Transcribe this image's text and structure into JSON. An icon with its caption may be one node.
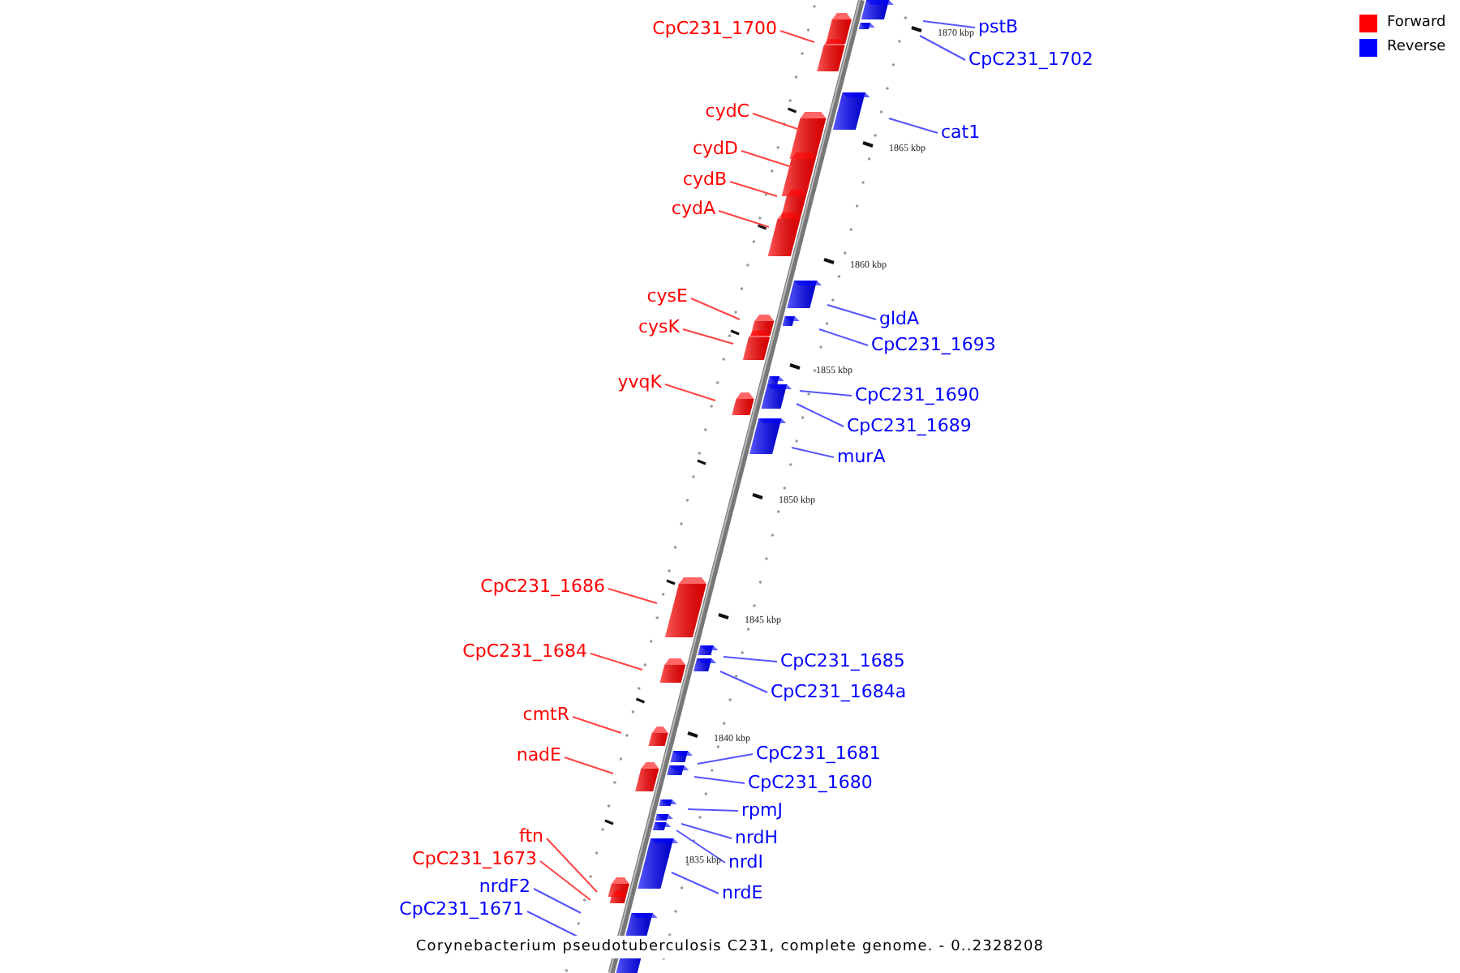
{
  "diagram": {
    "caption": "Corynebacterium pseudotuberculosis C231, complete genome. - 0..2328208",
    "nodes": [
      {
        "text": [
          "pstB"
        ]
      },
      {
        "text": [
          "CpC231_1700"
        ]
      },
      {
        "text": [
          "CpC231_1702"
        ]
      },
      {
        "text": [
          "cydC"
        ]
      },
      {
        "text": [
          "cat1"
        ]
      },
      {
        "text": [
          "cydD"
        ]
      },
      {
        "text": [
          "cydB"
        ]
      },
      {
        "text": [
          "cydA"
        ]
      },
      {
        "text": [
          "cysE"
        ]
      },
      {
        "text": [
          "gldA"
        ]
      },
      {
        "text": [
          "cysK"
        ]
      },
      {
        "text": [
          "CpC231_1693"
        ]
      },
      {
        "text": [
          "yvqK"
        ]
      },
      {
        "text": [
          "CpC231_1690"
        ]
      },
      {
        "text": [
          "CpC231_1689"
        ]
      },
      {
        "text": [
          "murA"
        ]
      },
      {
        "text": [
          "CpC231_1686"
        ]
      },
      {
        "text": [
          "CpC231_1684"
        ]
      },
      {
        "text": [
          "CpC231_1685"
        ]
      },
      {
        "text": [
          "CpC231_1684a"
        ]
      },
      {
        "text": [
          "cmtR"
        ]
      },
      {
        "text": [
          "CpC231_1681"
        ]
      },
      {
        "text": [
          "nadE"
        ]
      },
      {
        "text": [
          "CpC231_1680"
        ]
      },
      {
        "text": [
          "rpmJ"
        ]
      },
      {
        "text": [
          "ftn"
        ]
      },
      {
        "text": [
          "nrdH"
        ]
      },
      {
        "text": [
          "CpC231_1673"
        ]
      },
      {
        "text": [
          "nrdI"
        ]
      },
      {
        "text": [
          "nrdF2"
        ]
      },
      {
        "text": [
          "nrdE"
        ]
      },
      {
        "text": [
          "CpC231_1671"
        ]
      }
    ],
    "edges": [
      {
        "from": 0,
        "to": null,
        "arrow": "none",
        "color": "#5555ff"
      },
      {
        "from": 1,
        "to": null,
        "arrow": "none",
        "color": "#ff4444"
      },
      {
        "from": 2,
        "to": null,
        "arrow": "none",
        "color": "#5555ff"
      },
      {
        "from": 3,
        "to": null,
        "arrow": "none",
        "color": "#ff4444"
      },
      {
        "from": 4,
        "to": null,
        "arrow": "none",
        "color": "#5555ff"
      },
      {
        "from": 5,
        "to": null,
        "arrow": "none",
        "color": "#ff4444"
      },
      {
        "from": 6,
        "to": null,
        "arrow": "none",
        "color": "#ff4444"
      },
      {
        "from": 7,
        "to": null,
        "arrow": "none",
        "color": "#ff4444"
      },
      {
        "from": 8,
        "to": null,
        "arrow": "none",
        "color": "#ff4444"
      },
      {
        "from": 9,
        "to": null,
        "arrow": "none",
        "color": "#5555ff"
      },
      {
        "from": 10,
        "to": null,
        "arrow": "none",
        "color": "#ff4444"
      },
      {
        "from": 11,
        "to": null,
        "arrow": "none",
        "color": "#5555ff"
      },
      {
        "from": 12,
        "to": null,
        "arrow": "none",
        "color": "#ff4444"
      },
      {
        "from": 13,
        "to": null,
        "arrow": "none",
        "color": "#5555ff"
      },
      {
        "from": 14,
        "to": null,
        "arrow": "none",
        "color": "#5555ff"
      },
      {
        "from": 15,
        "to": null,
        "arrow": "none",
        "color": "#5555ff"
      },
      {
        "from": 16,
        "to": null,
        "arrow": "none",
        "color": "#ff4444"
      },
      {
        "from": 17,
        "to": null,
        "arrow": "none",
        "color": "#ff4444"
      },
      {
        "from": 18,
        "to": null,
        "arrow": "none",
        "color": "#5555ff"
      },
      {
        "from": 19,
        "to": null,
        "arrow": "none",
        "color": "#5555ff"
      },
      {
        "from": 20,
        "to": null,
        "arrow": "none",
        "color": "#ff4444"
      },
      {
        "from": 21,
        "to": null,
        "arrow": "none",
        "color": "#5555ff"
      },
      {
        "from": 22,
        "to": null,
        "arrow": "none",
        "color": "#ff4444"
      },
      {
        "from": 23,
        "to": null,
        "arrow": "none",
        "color": "#5555ff"
      },
      {
        "from": 24,
        "to": null,
        "arrow": "none",
        "color": "#5555ff"
      },
      {
        "from": 25,
        "to": null,
        "arrow": "none",
        "color": "#ff4444"
      },
      {
        "from": 26,
        "to": null,
        "arrow": "none",
        "color": "#5555ff"
      },
      {
        "from": 27,
        "to": null,
        "arrow": "none",
        "color": "#ff4444"
      },
      {
        "from": 28,
        "to": null,
        "arrow": "none",
        "color": "#5555ff"
      },
      {
        "from": 29,
        "to": null,
        "arrow": "none",
        "color": "#5555ff"
      },
      {
        "from": 30,
        "to": null,
        "arrow": "none",
        "color": "#5555ff"
      },
      {
        "from": 31,
        "to": null,
        "arrow": "none",
        "color": "#5555ff"
      }
    ],
    "labels": [
      "1870 kbp",
      "1865 kbp",
      "1860 kbp",
      "1855 kbp",
      "1850 kbp",
      "1845 kbp",
      "1840 kbp",
      "1835 kbp"
    ],
    "legend": [
      {
        "text": "Forward",
        "color": "#ff0000"
      },
      {
        "text": "Reverse",
        "color": "#0000ff"
      }
    ]
  }
}
